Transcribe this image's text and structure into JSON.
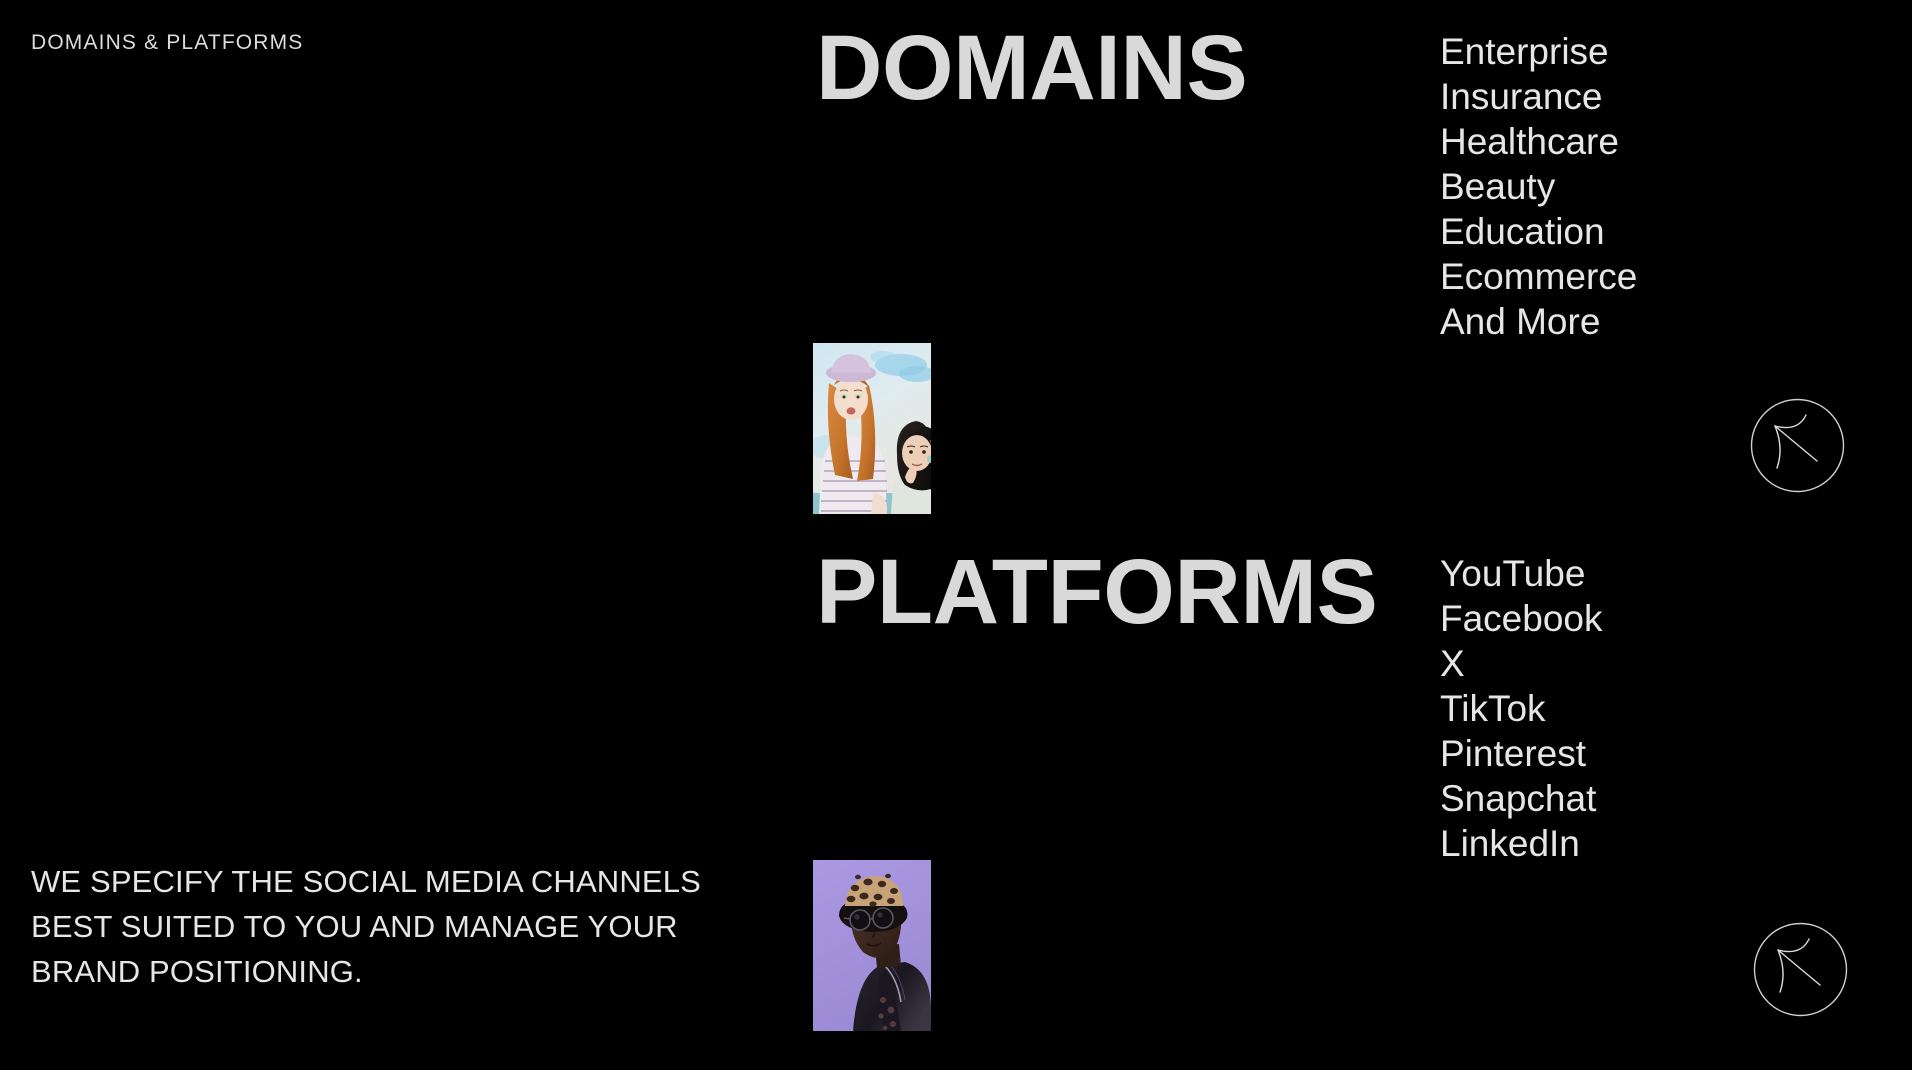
{
  "page": {
    "background_color": "#000000",
    "text_color": "#e6e6e6",
    "eyebrow": "DOMAINS & PLATFORMS"
  },
  "sections": {
    "domains": {
      "heading": "DOMAINS",
      "items": [
        "Enterprise",
        "Insurance",
        "Healthcare",
        "Beauty",
        "Education",
        "Ecommerce",
        "And More"
      ]
    },
    "platforms": {
      "heading": "PLATFORMS",
      "items": [
        "YouTube",
        "Facebook",
        "X",
        "TikTok",
        "Pinterest",
        "Snapchat",
        "LinkedIn"
      ]
    }
  },
  "statement": {
    "text": "WE SPECIFY THE SOCIAL MEDIA CHANNELS BEST SUITED TO YOU AND MANAGE YOUR BRAND POSITIONING."
  },
  "media": {
    "photo_one": {
      "alt": "Two young women posing, one in a lavender hat with red hair and striped top, one with a black bob haircut",
      "background_color": "#bfe1ef"
    },
    "photo_two": {
      "alt": "Man wearing a leopard print bucket hat and round sunglasses with a dark jacket",
      "background_color": "#a593dd"
    }
  },
  "badges": {
    "top": {
      "icon": "cursor-arrow-icon",
      "color": "#cfcfcf"
    },
    "bottom": {
      "icon": "cursor-arrow-icon",
      "color": "#cfcfcf"
    }
  }
}
